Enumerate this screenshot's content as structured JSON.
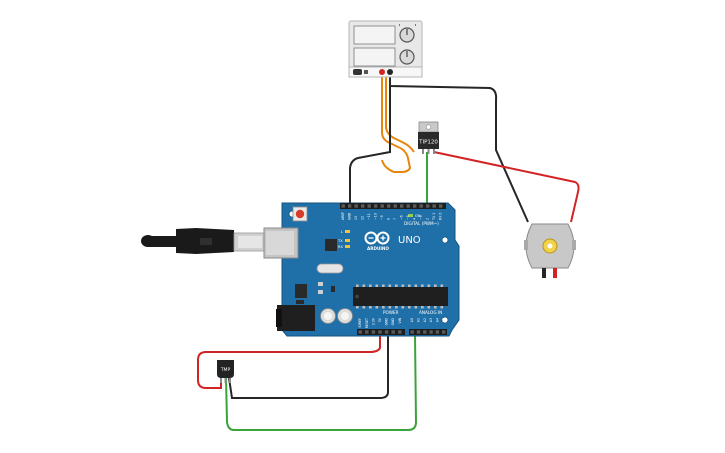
{
  "components": {
    "arduino": {
      "brand": "ARDUINO",
      "model": "UNO",
      "digital_header": "DIGITAL (PWM~)",
      "power_header": "POWER",
      "analog_header": "ANALOG IN",
      "tx_label": "TX",
      "rx_label": "RX",
      "l_label": "L",
      "on_label": "ON",
      "board_color": "#1f6fa8",
      "top_pins": [
        "AREF",
        "GND",
        "13",
        "12",
        "~11",
        "~10",
        "~9",
        "8",
        "7",
        "~6",
        "~5",
        "4",
        "~3",
        "2",
        "TX 1",
        "RX 0"
      ],
      "power_pins": [
        "IOREF",
        "RESET",
        "3.3V",
        "5V",
        "GND",
        "GND",
        "VIN"
      ],
      "analog_pins": [
        "A0",
        "A1",
        "A2",
        "A3",
        "A4",
        "A5"
      ]
    },
    "transistor": {
      "label": "TIP120"
    },
    "temp_sensor": {
      "label": "TMP"
    },
    "power_supply": {
      "color": "#e8e8e8"
    },
    "motor": {
      "color": "#c8c8c8"
    },
    "usb_cable": {
      "color": "#1a1a1a"
    }
  },
  "wire_colors": {
    "orange": "#e8850c",
    "black": "#262626",
    "red": "#d22424",
    "green": "#3aa33a"
  }
}
